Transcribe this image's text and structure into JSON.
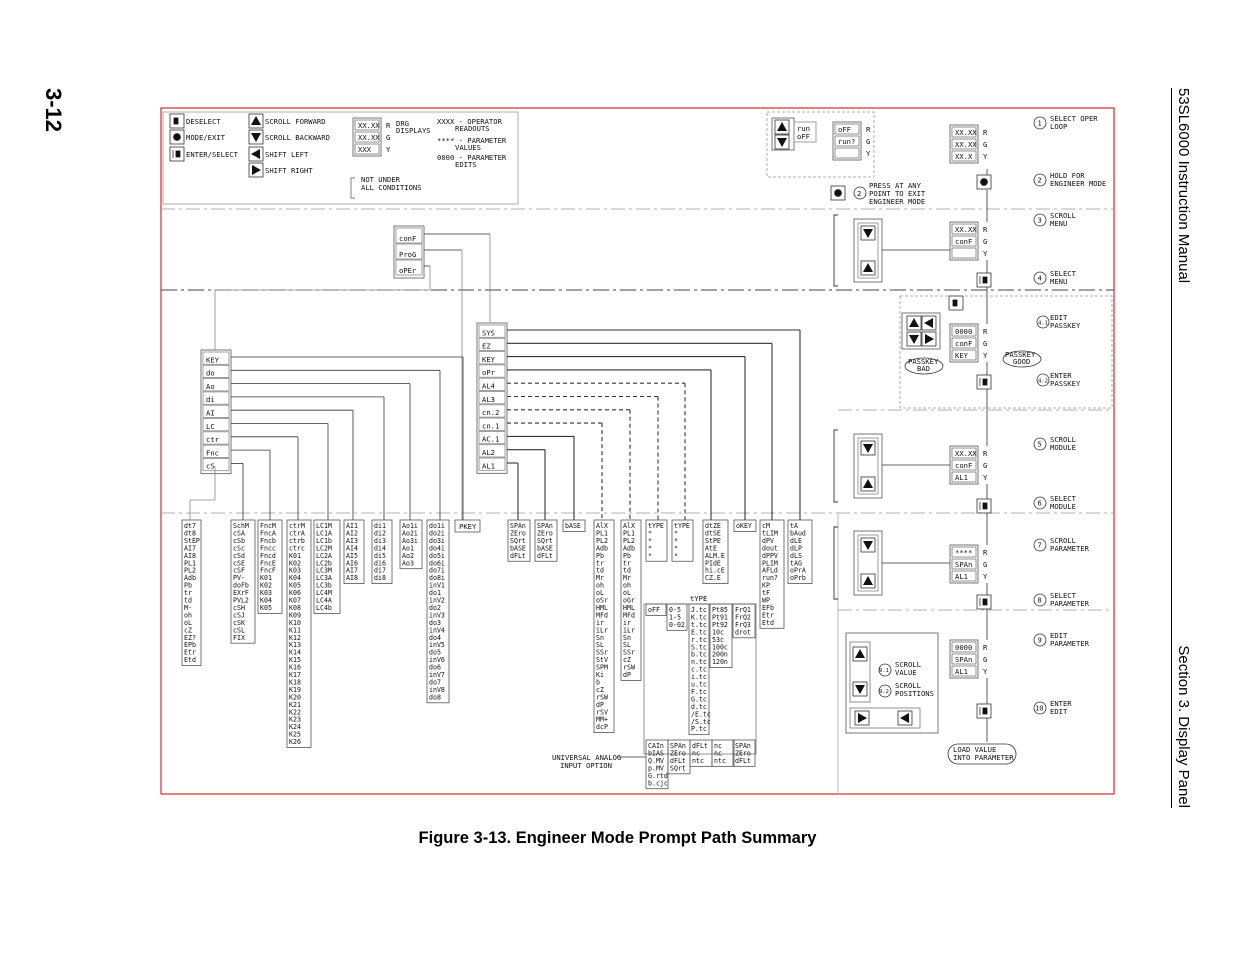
{
  "page_number": "3-12",
  "header_left": "53SL6000 Instruction Manual",
  "header_right": "Section 3. Display Panel",
  "caption": "Figure 3-13.  Engineer Mode Prompt Path Summary",
  "legend": {
    "deselect": "DESELECT",
    "mode_exit": "MODE/EXIT",
    "enter_select": "ENTER/SELECT",
    "scroll_forward": "SCROLL FORWARD",
    "scroll_backward": "SCROLL BACKWARD",
    "shift_left": "SHIFT LEFT",
    "shift_right": "SHIFT RIGHT",
    "drg_displays_1": "DRG",
    "drg_displays_2": "DISPLAYS",
    "disp_r": "XX.XX",
    "disp_g": "XX.XX",
    "disp_y": "XXX",
    "xxxx_1": "XXXX - OPERATOR",
    "xxxx_2": "READOUTS",
    "star_1": "**** - PARAMETER",
    "star_2": "VALUES",
    "zero_1": "0000 - PARAMETER",
    "zero_2": "EDITS",
    "not_under_1": "NOT UNDER",
    "not_under_2": "ALL CONDITIONS"
  },
  "steps": [
    {
      "num": "1",
      "l1": "SELECT OPER",
      "l2": "LOOP"
    },
    {
      "num": "2",
      "l1": "HOLD FOR",
      "l2": "ENGINEER MODE"
    },
    {
      "num": "3",
      "l1": "SCROLL",
      "l2": "MENU"
    },
    {
      "num": "4",
      "l1": "SELECT",
      "l2": "MENU"
    },
    {
      "num": "4.1",
      "l1": "EDIT",
      "l2": "PASSKEY"
    },
    {
      "num": "4.2",
      "l1": "ENTER",
      "l2": "PASSKEY"
    },
    {
      "num": "5",
      "l1": "SCROLL",
      "l2": "MODULE"
    },
    {
      "num": "6",
      "l1": "SELECT",
      "l2": "MODULE"
    },
    {
      "num": "7",
      "l1": "SCROLL",
      "l2": "PARAMETER"
    },
    {
      "num": "8",
      "l1": "SELECT",
      "l2": "PARAMETER"
    },
    {
      "num": "9",
      "l1": "EDIT",
      "l2": "PARAMETER"
    },
    {
      "num": "10",
      "l1": "ENTER",
      "l2": "EDIT"
    }
  ],
  "press_exit": {
    "num": "2",
    "l1": "PRESS AT ANY",
    "l2": "POINT TO EXIT",
    "l3": "ENGINEER MODE"
  },
  "run_box": {
    "run": "run",
    "off": "oFF",
    "r1": "oFF",
    "r2": "run?"
  },
  "displays": {
    "d1": [
      "XX.XX",
      "XX.XX",
      "XX.X"
    ],
    "d3": [
      "XX.XX",
      "conF",
      ""
    ],
    "d4": [
      "0000",
      "conF",
      "KEY"
    ],
    "d5": [
      "XX.XX",
      "conF",
      "AL1"
    ],
    "d7": [
      "****",
      "SPAn",
      "AL1"
    ],
    "d9": [
      "0000",
      "SPAn",
      "AL1"
    ]
  },
  "passkey_bad": [
    "PASSKEY",
    "BAD"
  ],
  "passkey_good": [
    "PASSKEY",
    "GOOD"
  ],
  "load_value": [
    "LOAD VALUE",
    "INTO PARAMETER"
  ],
  "scroll_value": {
    "num": "9.1",
    "l1": "SCROLL",
    "l2": "VALUE"
  },
  "scroll_pos": {
    "num": "9.2",
    "l1": "SCROLL",
    "l2": "POSITIONS"
  },
  "rgy": [
    "R",
    "G",
    "Y"
  ],
  "menu": [
    "conF",
    "ProG",
    "oPEr"
  ],
  "left_modules": [
    "KEY",
    "do",
    "Ao",
    "di",
    "AI",
    "LC",
    "ctr",
    "Fnc",
    "cS"
  ],
  "right_modules": [
    "SYS",
    "EZ",
    "KEY",
    "oPr",
    "AL4",
    "AL3",
    "cn.2",
    "cn.1",
    "AC.1",
    "AL2",
    "AL1"
  ],
  "pkey": "PKEY",
  "columns": [
    {
      "id": "c_dt",
      "items": [
        "dt7",
        "dt8",
        "StEP",
        "AI7",
        "AI8",
        "PL1",
        "PL2",
        "Adb",
        "Pb",
        "tr",
        "td",
        "M-",
        "oh",
        "oL",
        "cZ",
        "EZ?",
        "EPb",
        "Etr",
        "Etd"
      ]
    },
    {
      "id": "c_schm",
      "items": [
        "SchM",
        "cSA",
        "cSb",
        "cSc",
        "cSd",
        "cSE",
        "cSF",
        "PV-",
        "doFb",
        "EXrF",
        "PVL2",
        "cSH",
        "cSJ",
        "cSK",
        "cSL",
        "FIX"
      ]
    },
    {
      "id": "c_fncm",
      "items": [
        "FncM",
        "FncA",
        "Fncb",
        "Fncc",
        "Fncd",
        "FncE",
        "FncF",
        "K01",
        "K02",
        "K03",
        "K04",
        "K05"
      ]
    },
    {
      "id": "c_ctrm",
      "items": [
        "ctrM",
        "ctrA",
        "ctrb",
        "ctrc",
        "K01",
        "K02",
        "K03",
        "K04",
        "K05",
        "K06",
        "K07",
        "K08",
        "K09",
        "K10",
        "K11",
        "K12",
        "K13",
        "K14",
        "K15",
        "K16",
        "K17",
        "K18",
        "K19",
        "K20",
        "K21",
        "K22",
        "K23",
        "K24",
        "K25",
        "K26"
      ]
    },
    {
      "id": "c_lc",
      "items": [
        "LC1M",
        "LC1A",
        "LC1b",
        "LC2M",
        "LC2A",
        "LC2b",
        "LC3M",
        "LC3A",
        "LC3b",
        "LC4M",
        "LC4A",
        "LC4b"
      ]
    },
    {
      "id": "c_ai",
      "items": [
        "AI1",
        "AI2",
        "AI3",
        "AI4",
        "AI5",
        "AI6",
        "AI7",
        "AI8"
      ]
    },
    {
      "id": "c_di",
      "items": [
        "di1",
        "di2",
        "di3",
        "di4",
        "di5",
        "di6",
        "di7",
        "di8"
      ]
    },
    {
      "id": "c_ao",
      "items": [
        "Ao1i",
        "Ao2i",
        "Ao3i",
        "Ao1",
        "Ao2",
        "Ao3"
      ]
    },
    {
      "id": "c_do",
      "items": [
        "do1i",
        "do2i",
        "do3i",
        "do4i",
        "do5i",
        "do6i",
        "do7i",
        "do8i",
        "inV1",
        "do1",
        "inV2",
        "do2",
        "inV3",
        "do3",
        "inV4",
        "do4",
        "inV5",
        "do5",
        "inV6",
        "do6",
        "inV7",
        "do7",
        "inV8",
        "do8"
      ]
    },
    {
      "id": "c_span1",
      "items": [
        "SPAn",
        "ZEro",
        "SQrt",
        "bASE",
        "dFLt"
      ]
    },
    {
      "id": "c_span2",
      "items": [
        "SPAn",
        "ZEro",
        "SQrt",
        "bASE",
        "dFLt"
      ]
    },
    {
      "id": "c_base",
      "items": [
        "bASE"
      ]
    },
    {
      "id": "c_alx1",
      "items": [
        "AlX",
        "PL1",
        "PL2",
        "Adb",
        "Pb",
        "tr",
        "td",
        "Mr",
        "oh",
        "oL",
        "oSr",
        "HML",
        "MFd",
        "ir",
        "iLr",
        "Sn",
        "SL",
        "SSr",
        "StV",
        "SPM",
        "Ki",
        "b",
        "cZ",
        "rSW",
        "dP",
        "rSV",
        "MM+",
        "dcP"
      ]
    },
    {
      "id": "c_alx2",
      "items": [
        "AlX",
        "PL1",
        "PL2",
        "Adb",
        "Pb",
        "tr",
        "td",
        "Mr",
        "oh",
        "oL",
        "oGr",
        "HML",
        "MFd",
        "ir",
        "iLr",
        "Sn",
        "SL",
        "SSr",
        "cZ",
        "rSW",
        "dP"
      ]
    },
    {
      "id": "c_type1",
      "items": [
        "tYPE",
        "*",
        "*",
        "*",
        "*"
      ]
    },
    {
      "id": "c_type2",
      "items": [
        "tYPE",
        "*",
        "*",
        "*",
        "*"
      ]
    },
    {
      "id": "c_dtze",
      "items": [
        "dtZE",
        "dtSE",
        "StPE",
        "AtE",
        "ALM.E",
        "PIdE",
        "hi.cE",
        "CZ.E"
      ]
    },
    {
      "id": "c_okey",
      "items": [
        "oKEY"
      ]
    },
    {
      "id": "c_cm",
      "items": [
        "cM",
        "tLIM",
        "dPV",
        "dout",
        "dPPV",
        "PLIM",
        "AFLd",
        "run?",
        "KP",
        "tF",
        "WP",
        "EFb",
        "Etr",
        "Etd"
      ]
    },
    {
      "id": "c_ta",
      "items": [
        "tA",
        "bAud",
        "dLE",
        "dLP",
        "dLS",
        "tAG",
        "oPrA",
        "oPrb"
      ]
    },
    {
      "id": "c_off",
      "items": [
        "oFF"
      ]
    },
    {
      "id": "c_05",
      "items": [
        "0-5",
        "1-5",
        "0-02"
      ]
    },
    {
      "id": "c_jtc",
      "items": [
        "J.tc",
        "K.tc",
        "t.tc",
        "E.tc",
        "r.tc",
        "S.tc",
        "b.tc",
        "n.tc",
        "c.tc",
        "i.tc",
        "u.tc",
        "F.tc",
        "G.tc",
        "d.tc",
        "/E.tc",
        "/S.tc",
        "P.tc"
      ]
    },
    {
      "id": "c_pt",
      "items": [
        "Pt85",
        "Pt91",
        "Pt92",
        "10c",
        "53c",
        "100c",
        "200n",
        "120n"
      ]
    },
    {
      "id": "c_frq",
      "items": [
        "FrQ1",
        "FrQ2",
        "FrQ3",
        "drot"
      ]
    },
    {
      "id": "c_cain",
      "items": [
        "CAIn",
        "bIAS",
        "Q.MV",
        "p.MV",
        "G.rtd",
        "b.cjc"
      ]
    },
    {
      "id": "c_spanb",
      "items": [
        "SPAn",
        "ZEro",
        "dFLt",
        "SQrt"
      ]
    },
    {
      "id": "c_dflt",
      "items": [
        "dFLt",
        "nc",
        "ntc"
      ]
    },
    {
      "id": "c_nc",
      "items": [
        "nc",
        "nc",
        "ntc"
      ]
    },
    {
      "id": "c_spanc",
      "items": [
        "SPAn",
        "ZEro",
        "dFLt"
      ]
    }
  ],
  "type_label": "tYPE",
  "universal_1": "UNIVERSAL ANALOG",
  "universal_2": "INPUT OPTION"
}
